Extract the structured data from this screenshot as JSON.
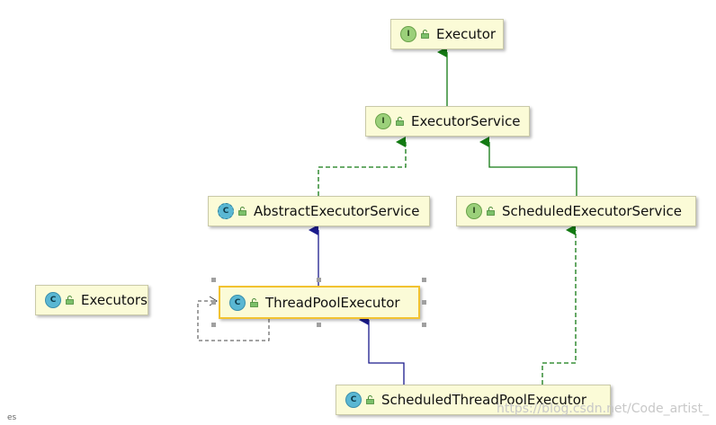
{
  "diagram": {
    "nodes": [
      {
        "id": "executor",
        "label": "Executor",
        "kind": "interface",
        "kind_letter": "I"
      },
      {
        "id": "executor_service",
        "label": "ExecutorService",
        "kind": "interface",
        "kind_letter": "I"
      },
      {
        "id": "abstract_executor_service",
        "label": "AbstractExecutorService",
        "kind": "abstract-class",
        "kind_letter": "C"
      },
      {
        "id": "scheduled_executor_service",
        "label": "ScheduledExecutorService",
        "kind": "interface",
        "kind_letter": "I"
      },
      {
        "id": "executors",
        "label": "Executors",
        "kind": "class",
        "kind_letter": "C"
      },
      {
        "id": "thread_pool_executor",
        "label": "ThreadPoolExecutor",
        "kind": "class",
        "kind_letter": "C",
        "selected": true
      },
      {
        "id": "scheduled_thread_pool_executor",
        "label": "ScheduledThreadPoolExecutor",
        "kind": "class",
        "kind_letter": "C"
      }
    ],
    "edges": [
      {
        "from": "executor_service",
        "to": "executor",
        "type": "extends"
      },
      {
        "from": "abstract_executor_service",
        "to": "executor_service",
        "type": "implements"
      },
      {
        "from": "scheduled_executor_service",
        "to": "executor_service",
        "type": "extends"
      },
      {
        "from": "thread_pool_executor",
        "to": "abstract_executor_service",
        "type": "extends"
      },
      {
        "from": "scheduled_thread_pool_executor",
        "to": "thread_pool_executor",
        "type": "extends"
      },
      {
        "from": "scheduled_thread_pool_executor",
        "to": "scheduled_executor_service",
        "type": "implements"
      },
      {
        "from": "thread_pool_executor",
        "to": "thread_pool_executor",
        "type": "dependency"
      }
    ],
    "colors": {
      "interface_edge": "#137a13",
      "class_edge": "#1b1b8c",
      "dependency_edge": "#444444",
      "node_fill": "#fbfbd7",
      "selection": "#f2c230"
    }
  },
  "footer": {
    "corner_text": "es",
    "watermark": "https://blog.csdn.net/Code_artist_"
  }
}
